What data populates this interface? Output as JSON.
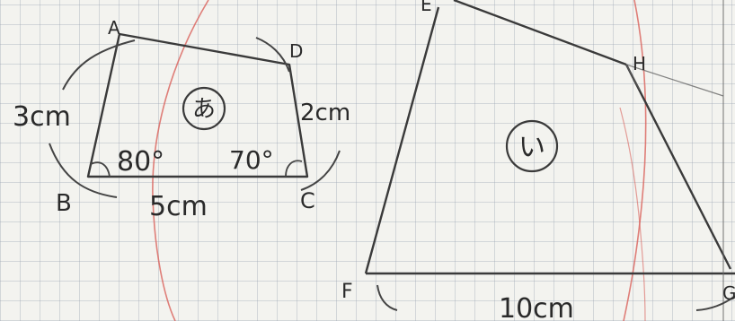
{
  "left_figure": {
    "vertex_labels": [
      "A",
      "B",
      "C",
      "D"
    ],
    "side_ab": "3cm",
    "side_bc": "5cm",
    "side_cd": "2cm",
    "angle_b": "80°",
    "angle_c": "70°",
    "mark": "あ"
  },
  "right_figure": {
    "vertex_labels": [
      "E",
      "F",
      "G",
      "H"
    ],
    "side_fg": "10cm",
    "mark": "い"
  }
}
